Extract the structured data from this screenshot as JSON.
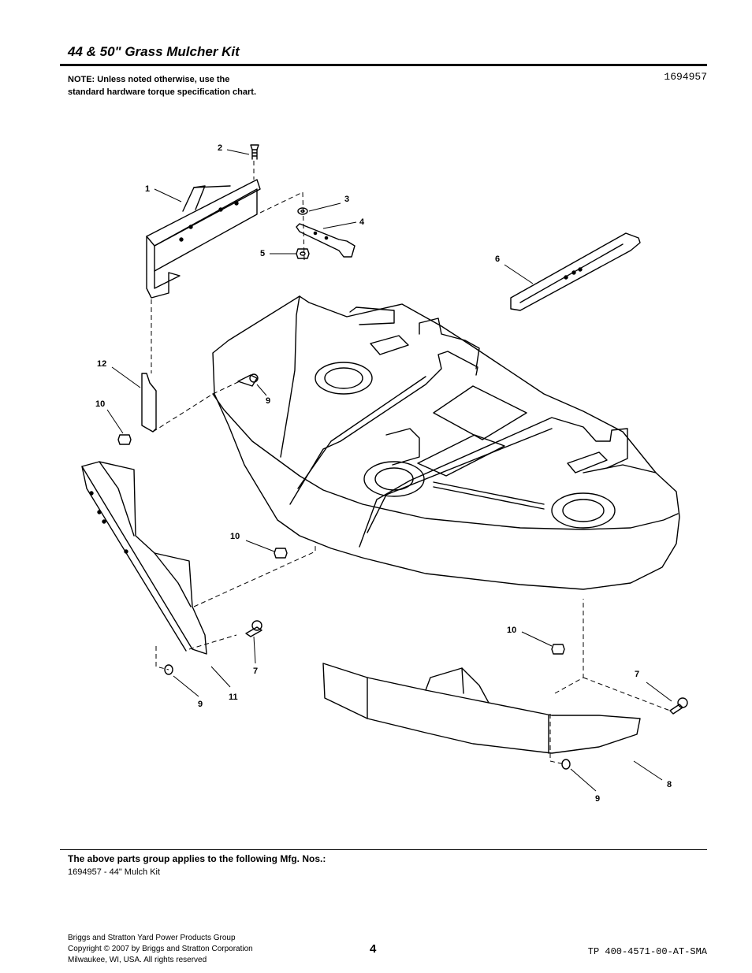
{
  "header": {
    "title": "44 & 50\" Grass Mulcher Kit",
    "note": "NOTE: Unless noted otherwise, use the standard hardware torque specification chart.",
    "part_number": "1694957"
  },
  "callouts": {
    "c1": "1",
    "c2": "2",
    "c3": "3",
    "c4": "4",
    "c5": "5",
    "c6": "6",
    "c7a": "7",
    "c7b": "7",
    "c8": "8",
    "c9a": "9",
    "c9b": "9",
    "c9c": "9",
    "c10a": "10",
    "c10b": "10",
    "c10c": "10",
    "c11": "11",
    "c12": "12"
  },
  "applies": {
    "title": "The above parts group applies to the following Mfg. Nos.:",
    "item": "1694957 - 44\" Mulch Kit"
  },
  "footer": {
    "line1": "Briggs and Stratton Yard Power Products Group",
    "line2": "Copyright ©  2007 by Briggs and Stratton Corporation",
    "line3": "Milwaukee, WI, USA. All rights reserved",
    "page": "4",
    "doc_code": "TP 400-4571-00-AT-SMA"
  }
}
